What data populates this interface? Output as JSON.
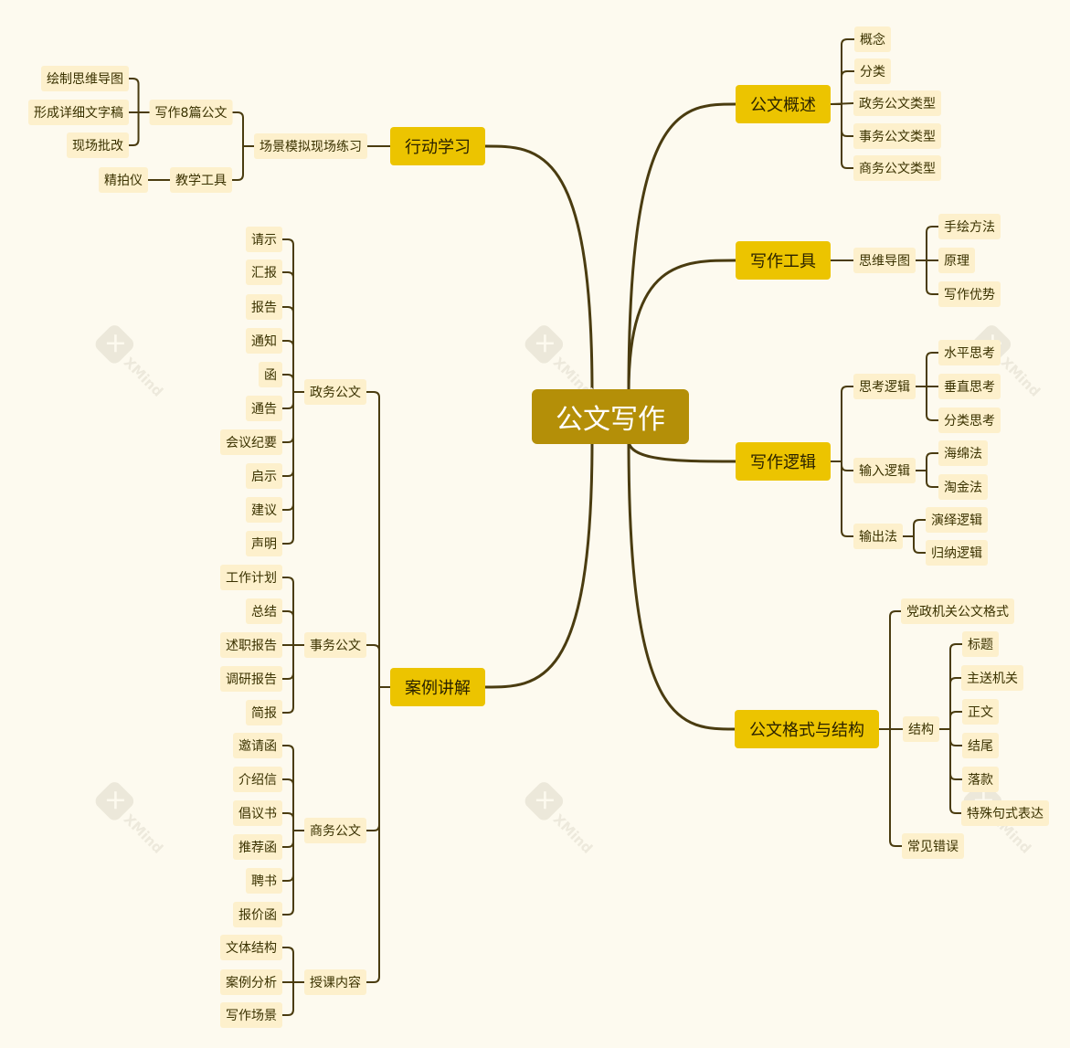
{
  "root": "公文写作",
  "watermark": "XMind",
  "nodes": [
    {
      "id": "xdxx",
      "label": "行动学习",
      "parent": "root",
      "level": "main"
    },
    {
      "id": "cjmn",
      "label": "场景模拟现场练习",
      "parent": "xdxx",
      "level": "sub"
    },
    {
      "id": "xz8",
      "label": "写作8篇公文",
      "parent": "cjmn",
      "level": "sub"
    },
    {
      "id": "jxgj",
      "label": "教学工具",
      "parent": "cjmn",
      "level": "sub"
    },
    {
      "id": "hzsw",
      "label": "绘制思维导图",
      "parent": "xz8",
      "level": "sub"
    },
    {
      "id": "xcxx",
      "label": "形成详细文字稿",
      "parent": "xz8",
      "level": "sub"
    },
    {
      "id": "xcpg",
      "label": "现场批改",
      "parent": "xz8",
      "level": "sub"
    },
    {
      "id": "jpy",
      "label": "精拍仪",
      "parent": "jxgj",
      "level": "sub"
    },
    {
      "id": "aljj",
      "label": "案例讲解",
      "parent": "root",
      "level": "main"
    },
    {
      "id": "zwgw",
      "label": "政务公文",
      "parent": "aljj",
      "level": "sub"
    },
    {
      "id": "swgw",
      "label": "事务公文",
      "parent": "aljj",
      "level": "sub"
    },
    {
      "id": "shgw",
      "label": "商务公文",
      "parent": "aljj",
      "level": "sub"
    },
    {
      "id": "skhr",
      "label": "授课内容",
      "parent": "aljj",
      "level": "sub"
    },
    {
      "id": "z1",
      "label": "请示",
      "parent": "zwgw",
      "level": "sub"
    },
    {
      "id": "z2",
      "label": "汇报",
      "parent": "zwgw",
      "level": "sub"
    },
    {
      "id": "z3",
      "label": "报告",
      "parent": "zwgw",
      "level": "sub"
    },
    {
      "id": "z4",
      "label": "通知",
      "parent": "zwgw",
      "level": "sub"
    },
    {
      "id": "z5",
      "label": "函",
      "parent": "zwgw",
      "level": "sub"
    },
    {
      "id": "z6",
      "label": "通告",
      "parent": "zwgw",
      "level": "sub"
    },
    {
      "id": "z7",
      "label": "会议纪要",
      "parent": "zwgw",
      "level": "sub"
    },
    {
      "id": "z8",
      "label": "启示",
      "parent": "zwgw",
      "level": "sub"
    },
    {
      "id": "z9",
      "label": "建议",
      "parent": "zwgw",
      "level": "sub"
    },
    {
      "id": "z10",
      "label": "声明",
      "parent": "zwgw",
      "level": "sub"
    },
    {
      "id": "s1",
      "label": "工作计划",
      "parent": "swgw",
      "level": "sub"
    },
    {
      "id": "s2",
      "label": "总结",
      "parent": "swgw",
      "level": "sub"
    },
    {
      "id": "s3",
      "label": "述职报告",
      "parent": "swgw",
      "level": "sub"
    },
    {
      "id": "s4",
      "label": "调研报告",
      "parent": "swgw",
      "level": "sub"
    },
    {
      "id": "s5",
      "label": "简报",
      "parent": "swgw",
      "level": "sub"
    },
    {
      "id": "b1",
      "label": "邀请函",
      "parent": "shgw",
      "level": "sub"
    },
    {
      "id": "b2",
      "label": "介绍信",
      "parent": "shgw",
      "level": "sub"
    },
    {
      "id": "b3",
      "label": "倡议书",
      "parent": "shgw",
      "level": "sub"
    },
    {
      "id": "b4",
      "label": "推荐函",
      "parent": "shgw",
      "level": "sub"
    },
    {
      "id": "b5",
      "label": "聘书",
      "parent": "shgw",
      "level": "sub"
    },
    {
      "id": "b6",
      "label": "报价函",
      "parent": "shgw",
      "level": "sub"
    },
    {
      "id": "k1",
      "label": "文体结构",
      "parent": "skhr",
      "level": "sub"
    },
    {
      "id": "k2",
      "label": "案例分析",
      "parent": "skhr",
      "level": "sub"
    },
    {
      "id": "k3",
      "label": "写作场景",
      "parent": "skhr",
      "level": "sub"
    },
    {
      "id": "gwgs",
      "label": "公文概述",
      "parent": "root",
      "level": "main"
    },
    {
      "id": "g1",
      "label": "概念",
      "parent": "gwgs",
      "level": "sub"
    },
    {
      "id": "g2",
      "label": "分类",
      "parent": "gwgs",
      "level": "sub"
    },
    {
      "id": "g3",
      "label": "政务公文类型",
      "parent": "gwgs",
      "level": "sub"
    },
    {
      "id": "g4",
      "label": "事务公文类型",
      "parent": "gwgs",
      "level": "sub"
    },
    {
      "id": "g5",
      "label": "商务公文类型",
      "parent": "gwgs",
      "level": "sub"
    },
    {
      "id": "xzgj",
      "label": "写作工具",
      "parent": "root",
      "level": "main"
    },
    {
      "id": "swdt",
      "label": "思维导图",
      "parent": "xzgj",
      "level": "sub"
    },
    {
      "id": "t1",
      "label": "手绘方法",
      "parent": "swdt",
      "level": "sub"
    },
    {
      "id": "t2",
      "label": "原理",
      "parent": "swdt",
      "level": "sub"
    },
    {
      "id": "t3",
      "label": "写作优势",
      "parent": "swdt",
      "level": "sub"
    },
    {
      "id": "xzlj",
      "label": "写作逻辑",
      "parent": "root",
      "level": "main"
    },
    {
      "id": "sklj",
      "label": "思考逻辑",
      "parent": "xzlj",
      "level": "sub"
    },
    {
      "id": "srlj",
      "label": "输入逻辑",
      "parent": "xzlj",
      "level": "sub"
    },
    {
      "id": "scf",
      "label": "输出法",
      "parent": "xzlj",
      "level": "sub"
    },
    {
      "id": "l1",
      "label": "水平思考",
      "parent": "sklj",
      "level": "sub"
    },
    {
      "id": "l2",
      "label": "垂直思考",
      "parent": "sklj",
      "level": "sub"
    },
    {
      "id": "l3",
      "label": "分类思考",
      "parent": "sklj",
      "level": "sub"
    },
    {
      "id": "l4",
      "label": "海绵法",
      "parent": "srlj",
      "level": "sub"
    },
    {
      "id": "l5",
      "label": "淘金法",
      "parent": "srlj",
      "level": "sub"
    },
    {
      "id": "l6",
      "label": "演绎逻辑",
      "parent": "scf",
      "level": "sub"
    },
    {
      "id": "l7",
      "label": "归纳逻辑",
      "parent": "scf",
      "level": "sub"
    },
    {
      "id": "gsjg",
      "label": "公文格式与结构",
      "parent": "root",
      "level": "main"
    },
    {
      "id": "f1",
      "label": "党政机关公文格式",
      "parent": "gsjg",
      "level": "sub"
    },
    {
      "id": "jg",
      "label": "结构",
      "parent": "gsjg",
      "level": "sub"
    },
    {
      "id": "f2",
      "label": "常见错误",
      "parent": "gsjg",
      "level": "sub"
    },
    {
      "id": "j1",
      "label": "标题",
      "parent": "jg",
      "level": "sub"
    },
    {
      "id": "j2",
      "label": "主送机关",
      "parent": "jg",
      "level": "sub"
    },
    {
      "id": "j3",
      "label": "正文",
      "parent": "jg",
      "level": "sub"
    },
    {
      "id": "j4",
      "label": "结尾",
      "parent": "jg",
      "level": "sub"
    },
    {
      "id": "j5",
      "label": "落款",
      "parent": "jg",
      "level": "sub"
    },
    {
      "id": "j6",
      "label": "特殊句式表达",
      "parent": "jg",
      "level": "sub"
    }
  ],
  "colors": {
    "background": "#fdfaef",
    "root": "#b48f08",
    "main": "#ecc400",
    "sub": "#fdf0cc",
    "line": "#4a3c10"
  }
}
